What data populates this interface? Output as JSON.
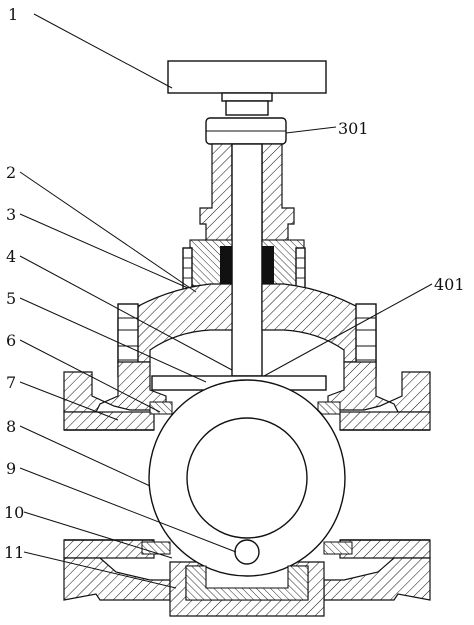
{
  "figure": {
    "callouts": {
      "c1": "1",
      "c2": "2",
      "c3": "3",
      "c4": "4",
      "c5": "5",
      "c6": "6",
      "c7": "7",
      "c8": "8",
      "c9": "9",
      "c10": "10",
      "c11": "11",
      "c301": "301",
      "c401": "401"
    }
  }
}
